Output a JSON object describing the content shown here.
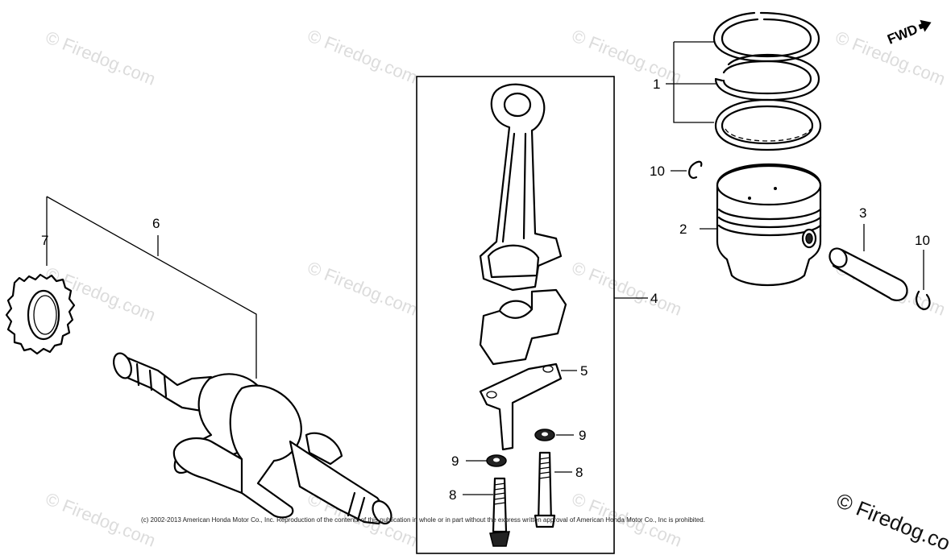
{
  "direction_label": "FWD",
  "copyright_notice": "(c) 2002-2013 American Honda Motor Co., Inc. Reproduction of the contents of this publication in whole or in part without the express written approval of American Honda Motor Co., Inc is prohibited.",
  "watermark_text": "© Firedog.com",
  "corner_watermark_text": "© Firedog.co",
  "callouts": {
    "piston_rings": "1",
    "piston": "2",
    "piston_pin": "3",
    "connecting_rod_assembly": "4",
    "oil_dipper_plate": "5",
    "crankshaft_assembly": "6",
    "timing_gear": "7",
    "rod_bolt_left": "8",
    "rod_bolt_right": "8",
    "washer_left": "9",
    "washer_right": "9",
    "pin_clip_left": "10",
    "pin_clip_right": "10"
  }
}
